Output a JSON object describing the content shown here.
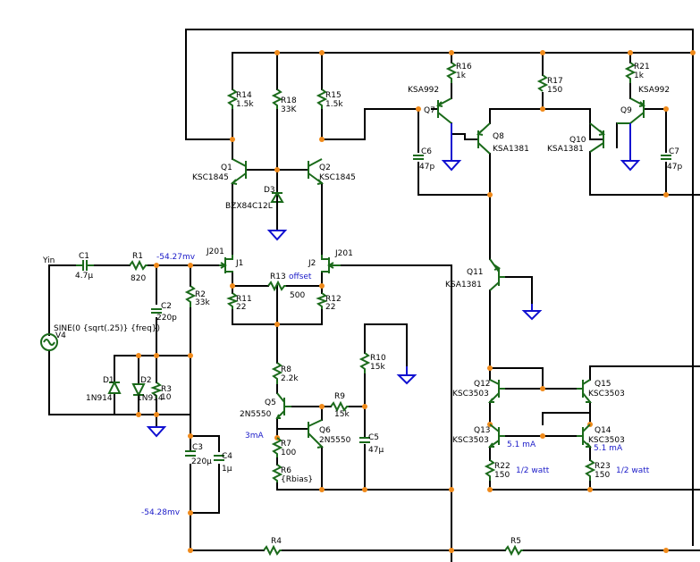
{
  "input": {
    "vin": "Yin",
    "source": "V4",
    "sine": "SINE(0 {sqrt(.25)} {freq})"
  },
  "labels": {
    "c1": "C1",
    "c1v": "4.7μ",
    "r1": "R1",
    "r1v": "820",
    "c2": "C2",
    "c2v": "220p",
    "r2": "R2",
    "r2v": "33k",
    "d1": "D1",
    "d1v": "1N914",
    "d2": "D2",
    "d2v": "1N914",
    "r3": "R3",
    "r3v": "10",
    "c3": "C3",
    "c3v": "220μ",
    "c4": "C4",
    "c4v": "1μ",
    "r14": "R14",
    "r14v": "1.5k",
    "r18": "R18",
    "r18v": "33K",
    "r15": "R15",
    "r15v": "1.5k",
    "q1": "Q1",
    "q1v": "KSC1845",
    "q2": "Q2",
    "q2v": "KSC1845",
    "d3": "D3",
    "d3v": "BZX84C12L",
    "j1": "J1",
    "j1v": "J201",
    "j2": "J2",
    "j2v": "J201",
    "r13": "R13",
    "r13o": "offset",
    "r13v": "500",
    "r11": "R11",
    "r11v": "22",
    "r12": "R12",
    "r12v": "22",
    "r8": "R8",
    "r8v": "2.2k",
    "q5": "Q5",
    "q5v": "2N5550",
    "q6": "Q6",
    "q6v": "2N5550",
    "r9": "R9",
    "r9v": "15k",
    "r10": "R10",
    "r10v": "15k",
    "c5": "C5",
    "c5v": "47μ",
    "r7": "R7",
    "r7v": "100",
    "r6": "R6",
    "r6v": "{Rbias}",
    "ma3": "3mA",
    "r16": "R16",
    "r16v": "1k",
    "r17": "R17",
    "r17v": "150",
    "r21": "R21",
    "r21v": "1k",
    "q7": "Q7",
    "q7v": "KSA992",
    "q9": "Q9",
    "q9v": "KSA992",
    "c6": "C6",
    "c6v": "47p",
    "c7": "C7",
    "c7v": "47p",
    "q8": "Q8",
    "q8v": "KSA1381",
    "q10": "Q10",
    "q10v": "KSA1381",
    "q11": "Q11",
    "q11v": "KSA1381",
    "q12": "Q12",
    "q12v": "KSC3503",
    "q13": "Q13",
    "q13v": "KSC3503",
    "q14": "Q14",
    "q14v": "KSC3503",
    "q15": "Q15",
    "q15v": "KSC3503",
    "ma51a": "5.1 mA",
    "ma51b": "5.1 mA",
    "r22": "R22",
    "r22v": "150",
    "r22w": "1/2 watt",
    "r23": "R23",
    "r23v": "150",
    "r23w": "1/2 watt",
    "r4": "R4",
    "r5": "R5",
    "mv1": "-54.27mv",
    "mv2": "-54.28mv"
  }
}
